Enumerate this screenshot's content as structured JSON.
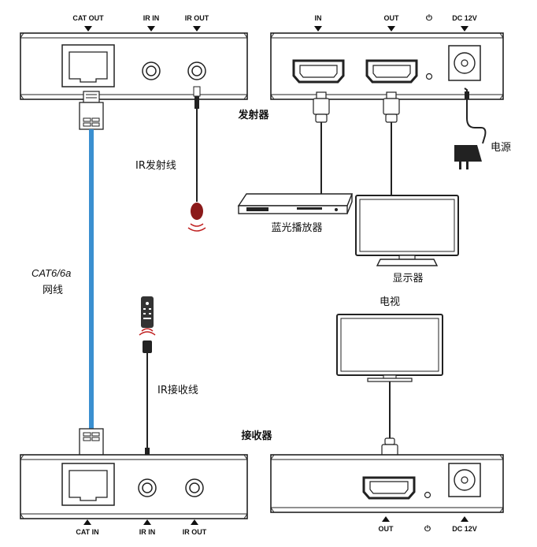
{
  "transmitter": {
    "title": "发射器",
    "left_ports": [
      "CAT OUT",
      "IR IN",
      "IR OUT"
    ],
    "right_ports": [
      "IN",
      "OUT",
      "⏻",
      "DC 12V"
    ]
  },
  "receiver": {
    "title": "接收器",
    "left_ports": [
      "CAT IN",
      "IR IN",
      "IR OUT"
    ],
    "right_ports": [
      "OUT",
      "⏻",
      "DC 12V"
    ]
  },
  "devices": {
    "power": "电源",
    "bluray": "蓝光播放器",
    "monitor": "显示器",
    "tv": "电视"
  },
  "cables": {
    "ir_tx": "IR发射线",
    "ir_rx": "IR接收线",
    "cat_line1": "CAT6/6a",
    "cat_line2": "网线"
  },
  "colors": {
    "cat_cable": "#3a8fd0",
    "ir_emitter": "#8b1a1a",
    "device_outline": "#222222"
  }
}
